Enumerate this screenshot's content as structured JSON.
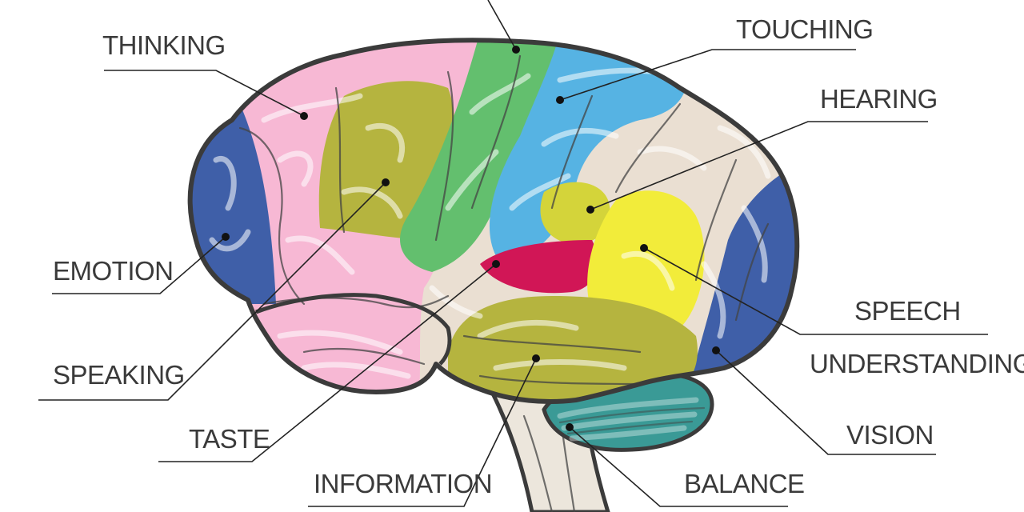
{
  "labels": {
    "thinking": "THINKING",
    "touching": "TOUCHING",
    "hearing": "HEARING",
    "emotion": "EMOTION",
    "speaking": "SPEAKING",
    "taste": "TASTE",
    "information": "INFORMATION",
    "speech": "SPEECH",
    "understanding": "UNDERSTANDING",
    "vision": "VISION",
    "balance": "BALANCE"
  },
  "colors": {
    "frontal": "#f7b8d4",
    "prefrontal": "#3f5fa8",
    "motor": "#b5b43f",
    "premotor_green": "#63bf6e",
    "parietal": "#56b3e3",
    "association": "#eadfd2",
    "auditory": "#d4d43a",
    "gustatory": "#d11656",
    "wernicke": "#f2ec3a",
    "temporal": "#b5b43f",
    "occipital": "#3f5fa8",
    "cerebellum": "#3a9a96",
    "brainstem": "#ece6dc",
    "outline": "#3b3b3b"
  }
}
